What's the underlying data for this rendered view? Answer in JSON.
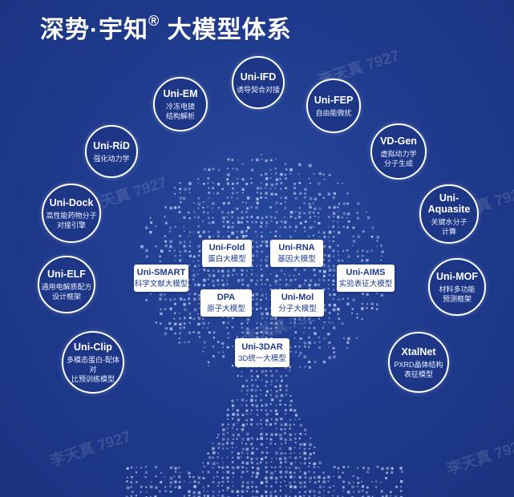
{
  "header": {
    "title": "深势·宇知",
    "title_mark": "®",
    "title_suffix": "大模型体系"
  },
  "watermark": "李天真 7927",
  "bubbles": [
    {
      "name": "Uni-IFD",
      "desc": "诱导契合对接"
    },
    {
      "name": "Uni-EM",
      "desc": "冷冻电镜\n结构解析"
    },
    {
      "name": "Uni-FEP",
      "desc": "自由能微扰"
    },
    {
      "name": "Uni-RiD",
      "desc": "强化动力学"
    },
    {
      "name": "VD-Gen",
      "desc": "虚拟动力学\n分子生成"
    },
    {
      "name": "Uni-Dock",
      "desc": "高性能药物分子\n对接引擎"
    },
    {
      "name": "Uni-Aquasite",
      "desc": "关键水分子\n计算"
    },
    {
      "name": "Uni-ELF",
      "desc": "通用电解质配方\n设计框架"
    },
    {
      "name": "Uni-MOF",
      "desc": "材料多功能\n预测框架"
    },
    {
      "name": "Uni-Clip",
      "desc": "多模态蛋白-配体对\n比预训练模型"
    },
    {
      "name": "XtalNet",
      "desc": "PXRD晶体结构\n表征模型"
    }
  ],
  "cards": [
    {
      "name": "Uni-Fold",
      "desc": "蛋白大模型"
    },
    {
      "name": "Uni-RNA",
      "desc": "基因大模型"
    },
    {
      "name": "Uni-SMART",
      "desc": "科学文献大模型"
    },
    {
      "name": "Uni-AIMS",
      "desc": "实验表征大模型"
    },
    {
      "name": "DPA",
      "desc": "原子大模型"
    },
    {
      "name": "Uni-Mol",
      "desc": "分子大模型"
    },
    {
      "name": "Uni-3DAR",
      "desc": "3D统一大模型"
    }
  ],
  "colors": {
    "background": "#1f3a8c",
    "dot": "#c7d4f5",
    "card_text": "#1f3a8c"
  }
}
